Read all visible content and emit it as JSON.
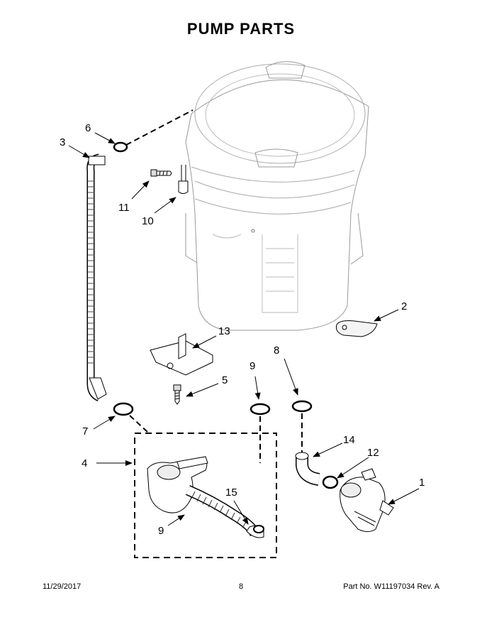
{
  "title": "PUMP PARTS",
  "callouts": {
    "c1": "1",
    "c2": "2",
    "c3": "3",
    "c4": "4",
    "c5": "5",
    "c6": "6",
    "c7": "7",
    "c8": "8",
    "c9a": "9",
    "c9b": "9",
    "c10": "10",
    "c11": "11",
    "c12": "12",
    "c13": "13",
    "c14": "14",
    "c15": "15"
  },
  "footer": {
    "date": "11/29/2017",
    "page": "8",
    "part_no": "Part No.  W11197034  Rev.  A"
  }
}
